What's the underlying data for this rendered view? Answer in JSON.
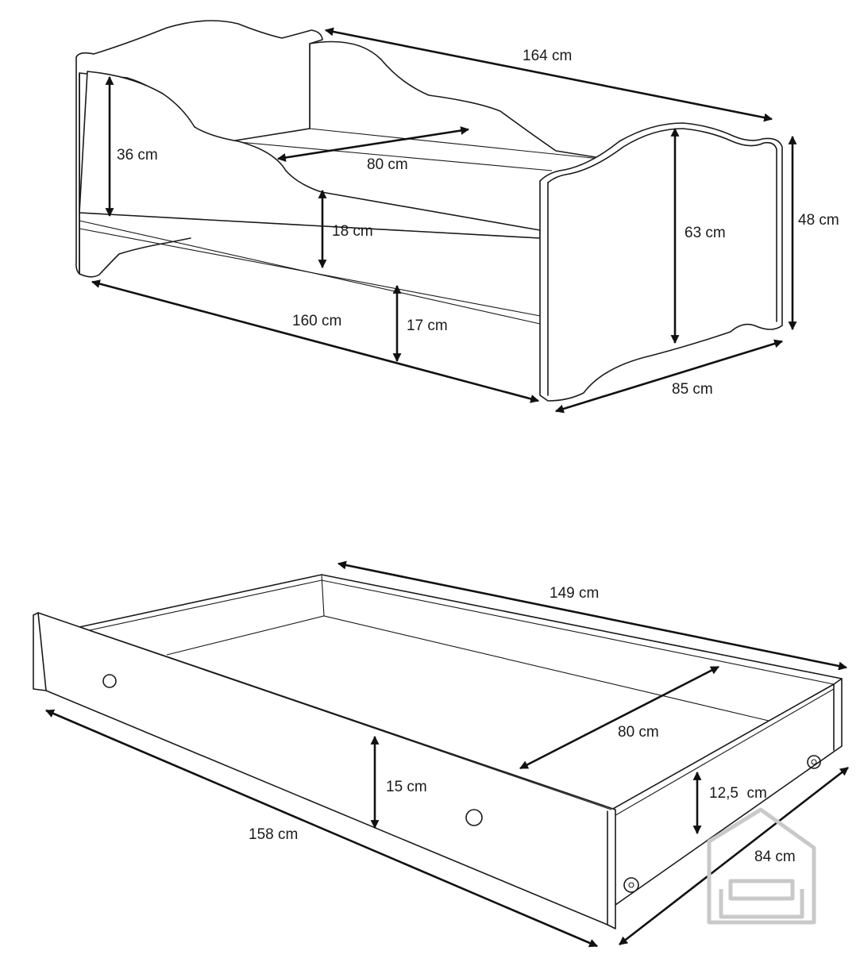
{
  "bed": {
    "length_top": "164 cm",
    "inner_width": "80 cm",
    "side_height": "36 cm",
    "rail_height": "18 cm",
    "clearance": "17 cm",
    "length_bottom": "160 cm",
    "head_height": "63 cm",
    "total_height": "48 cm",
    "depth": "85 cm"
  },
  "drawer": {
    "length_top": "149 cm",
    "inner_width": "80 cm",
    "front_height": "15 cm",
    "side_height": "12,5  cm",
    "length_bottom": "158 cm",
    "depth": "84 cm"
  },
  "icons": {
    "watermark_top": "house-sofa-watermark-icon",
    "watermark_bottom": "house-sofa-watermark-icon",
    "drawer_knob": "circle-knob-icon",
    "caster": "wheel-icon"
  }
}
